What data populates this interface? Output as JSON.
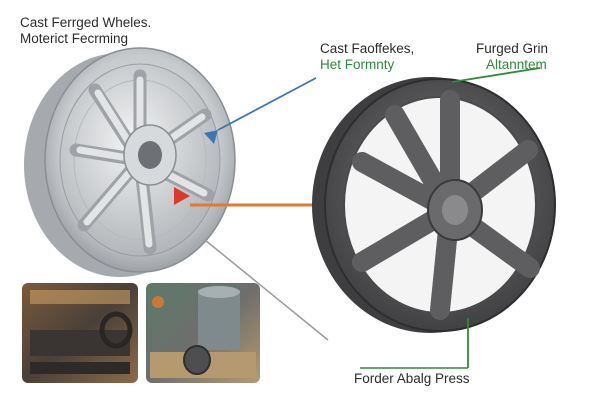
{
  "title": {
    "line1": "Cast Ferrged Wheles.",
    "line2": "Moterict Fecrming"
  },
  "callouts": {
    "center_line1": "Cast Faoffekes,",
    "center_line2": "Het Formnty",
    "right_line1": "Furged Grin",
    "right_line2": "Altanntem",
    "bottom": "Forder Abalg Press"
  },
  "icons": {
    "left_wheel": "cast-aluminum-wheel",
    "right_wheel": "forged-dark-wheel",
    "process_arrow": "right-arrow",
    "red_marker": "red-triangle-marker",
    "blue_marker": "blue-pointer-marker",
    "photo_left": "foundry-photo",
    "photo_right": "forging-press-photo"
  },
  "colors": {
    "arrow": "#e07a2e",
    "callout_blue": "#3a78b5",
    "callout_green": "#2e8a3c",
    "marker_red": "#d93a2b",
    "wheel_silver": "#c9ccd0",
    "wheel_dark": "#5e5e60"
  }
}
